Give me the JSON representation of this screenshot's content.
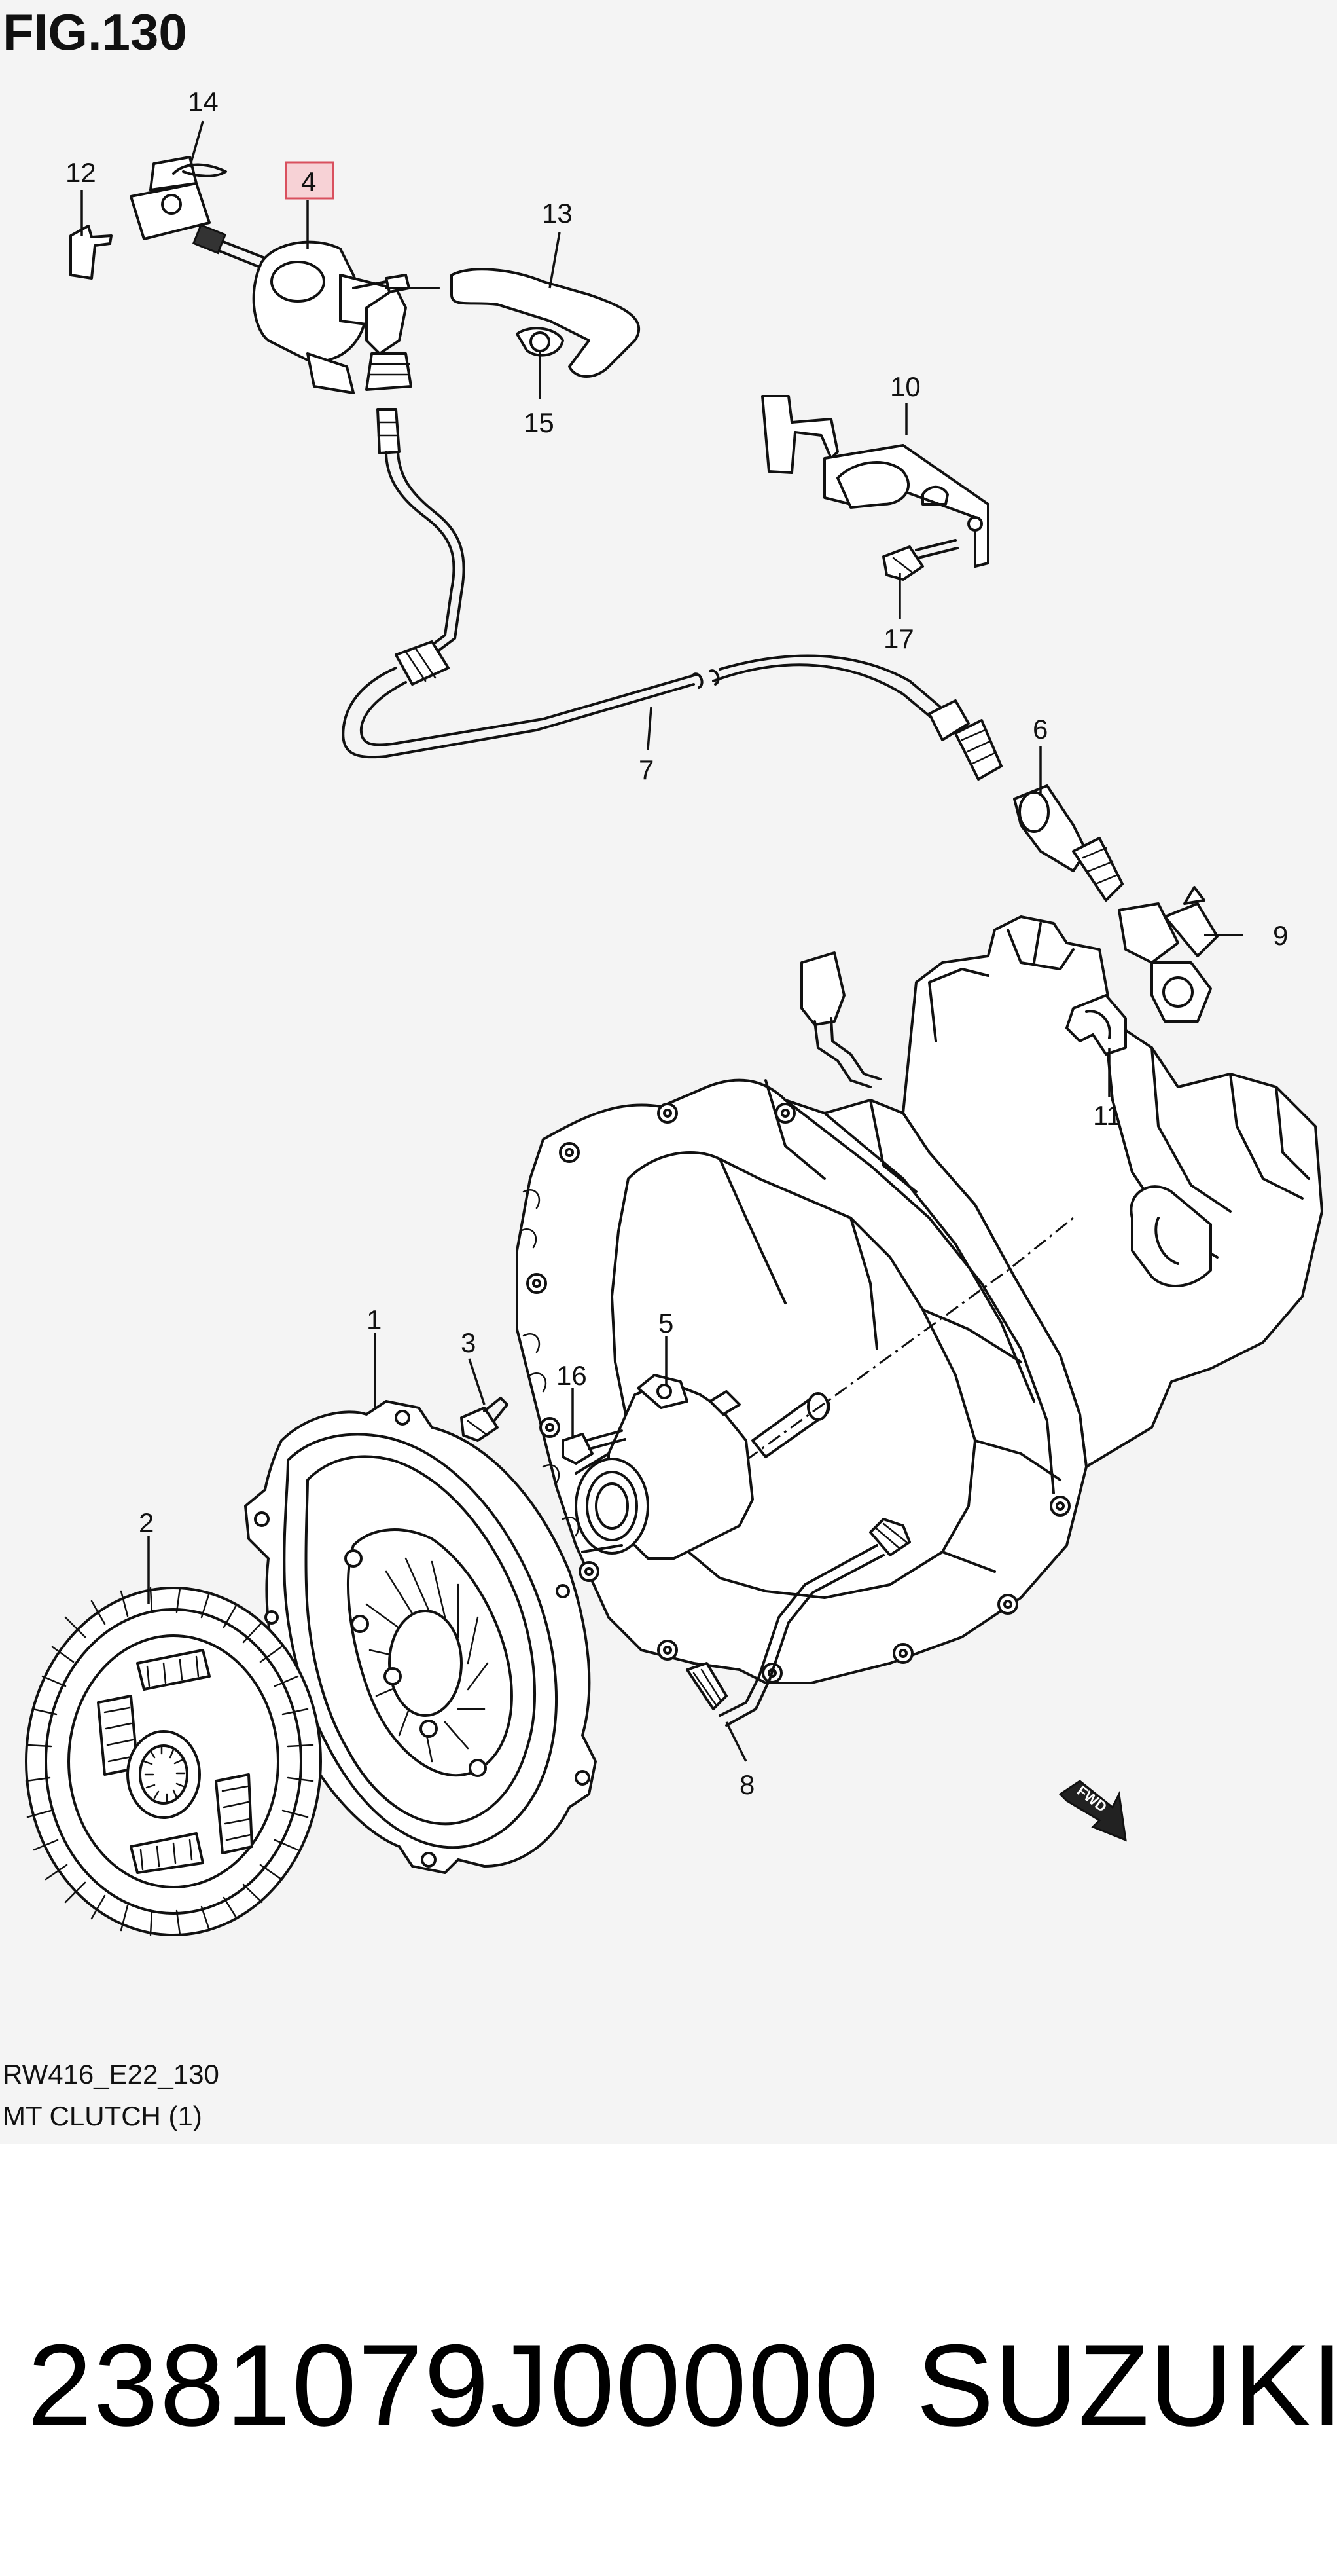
{
  "figure": {
    "title": "FIG.130"
  },
  "callouts": [
    "1",
    "2",
    "3",
    "4",
    "5",
    "6",
    "7",
    "8",
    "9",
    "10",
    "11",
    "12",
    "13",
    "14",
    "15",
    "16",
    "17"
  ],
  "highlighted_callout": "4",
  "fwd_label": "FWD",
  "footer": {
    "model_code": "RW416_E22_130",
    "section_title": "MT CLUTCH (1)"
  },
  "product": {
    "part_number": "2381079J00000",
    "brand": "SUZUKI"
  },
  "colors": {
    "panel_bg": "#f4f4f4",
    "highlight_fill": "#f7d2d6",
    "highlight_stroke": "#d9505e",
    "line": "#111111"
  }
}
